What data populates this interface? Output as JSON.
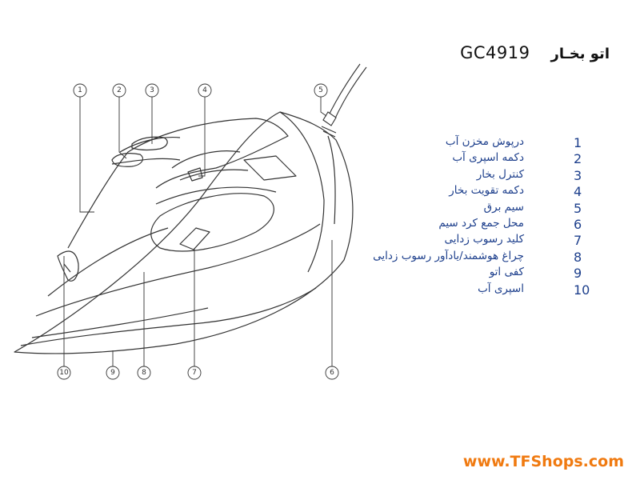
{
  "header": {
    "model": "GC4919",
    "product": "اتو بخـار"
  },
  "callouts": {
    "top": [
      "1",
      "2",
      "3",
      "4",
      "5"
    ],
    "bottom": [
      "10",
      "9",
      "8",
      "7",
      "6"
    ]
  },
  "legend": [
    {
      "num": "1",
      "label": "درپوش مخزن آب"
    },
    {
      "num": "2",
      "label": "دکمه اسپری آب"
    },
    {
      "num": "3",
      "label": "کنترل بخار"
    },
    {
      "num": "4",
      "label": "دکمه تقویت بخار"
    },
    {
      "num": "5",
      "label": "سیم برق"
    },
    {
      "num": "6",
      "label": "محل جمع کرد سیم"
    },
    {
      "num": "7",
      "label": "کلید رسوب زدایی"
    },
    {
      "num": "8",
      "label": "چراغ هوشمند/یادآور رسوب زدایی"
    },
    {
      "num": "9",
      "label": "کفی اتو"
    },
    {
      "num": "10",
      "label": "اسپری آب"
    }
  ],
  "watermark": "www.TFShops.com",
  "colors": {
    "line": "#333333",
    "legend_text": "#1d3f8c",
    "watermark": "#f07a10"
  }
}
